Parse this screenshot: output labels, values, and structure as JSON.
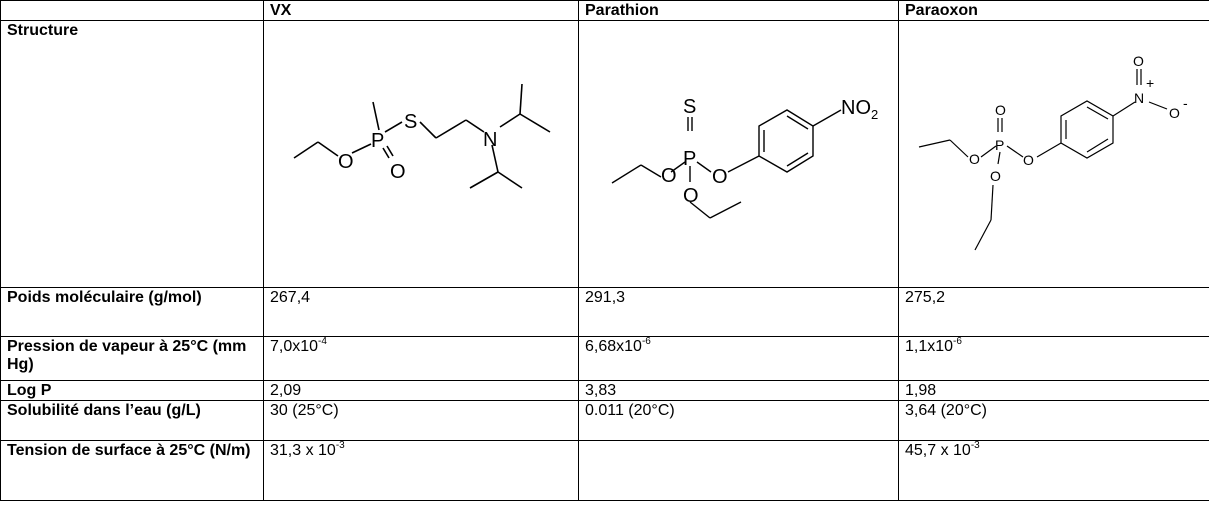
{
  "columns": [
    "",
    "VX",
    "Parathion",
    "Paraoxon"
  ],
  "row_labels": {
    "structure": "Structure",
    "mw": "Poids moléculaire (g/mol)",
    "vp": "Pression de vapeur à 25°C (mm Hg)",
    "logp": "Log P",
    "sol": "Solubilité dans l’eau (g/L)",
    "st": "Tension de surface à 25°C (N/m)"
  },
  "values": {
    "mw": [
      "267,4",
      "291,3",
      "275,2"
    ],
    "vp": [
      {
        "base": "7,0x10",
        "exp": "-4"
      },
      {
        "base": "6,68x10",
        "exp": "-6"
      },
      {
        "base": "1,1x10",
        "exp": "-6"
      }
    ],
    "logp": [
      "2,09",
      "3,83",
      "1,98"
    ],
    "sol": [
      "30 (25°C)",
      "0.011 (20°C)",
      "3,64 (20°C)"
    ],
    "st": [
      {
        "base": "31,3 x 10",
        "exp": "-3"
      },
      {
        "base": "",
        "exp": ""
      },
      {
        "base": "45,7 x 10",
        "exp": "-3"
      }
    ]
  },
  "structures": {
    "vx": {
      "O1": "O",
      "P": "P",
      "O2": "O",
      "S": "S",
      "N": "N"
    },
    "parathion": {
      "S": "S",
      "P": "P",
      "O1": "O",
      "O2": "O",
      "O3": "O",
      "NO": "NO",
      "sub": "2"
    },
    "paraoxon": {
      "O_top": "O",
      "N": "N",
      "plus": "+",
      "O_right": "O",
      "minus": "-",
      "O_eq": "O",
      "P": "P",
      "O1": "O",
      "O2": "O",
      "O3": "O"
    }
  }
}
